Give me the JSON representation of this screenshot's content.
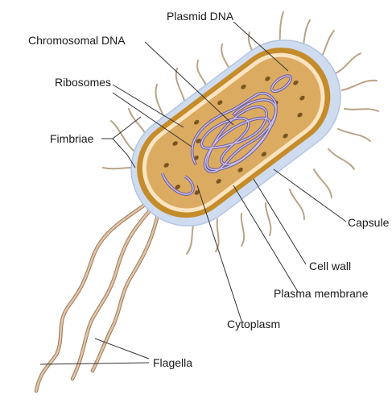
{
  "labels": {
    "plasmid_dna": "Plasmid DNA",
    "chromosomal_dna": "Chromosomal DNA",
    "ribosomes": "Ribosomes",
    "fimbriae": "Fimbriae",
    "capsule": "Capsule",
    "cell_wall": "Cell wall",
    "plasma_membrane": "Plasma membrane",
    "cytoplasm": "Cytoplasm",
    "flagella": "Flagella"
  },
  "colors": {
    "capsule": "#cfdcef",
    "cell_wall": "#c58c2c",
    "plasma_membrane": "#fbe4c2",
    "cytoplasm": "#dcab62",
    "ribosome": "#7a5520",
    "dna": "#9d8fc4",
    "dna_outline": "#6b5a9c",
    "flagella": "#d2aa86",
    "fimbriae": "#b9a386",
    "leader_line": "#333333"
  }
}
